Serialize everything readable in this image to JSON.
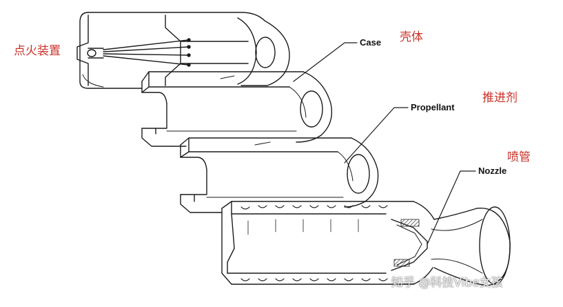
{
  "colors": {
    "chinese_label": "#c8322a",
    "line_art": "#1a1a1a"
  },
  "labels": {
    "igniter_cn": "点火装置",
    "case_en": "Case",
    "case_cn": "壳体",
    "propellant_en": "Propellant",
    "propellant_cn": "推进剂",
    "nozzle_en": "Nozzle",
    "nozzle_cn": "喷管"
  },
  "watermark": {
    "text": "知乎 @科技Vibe女孩"
  }
}
